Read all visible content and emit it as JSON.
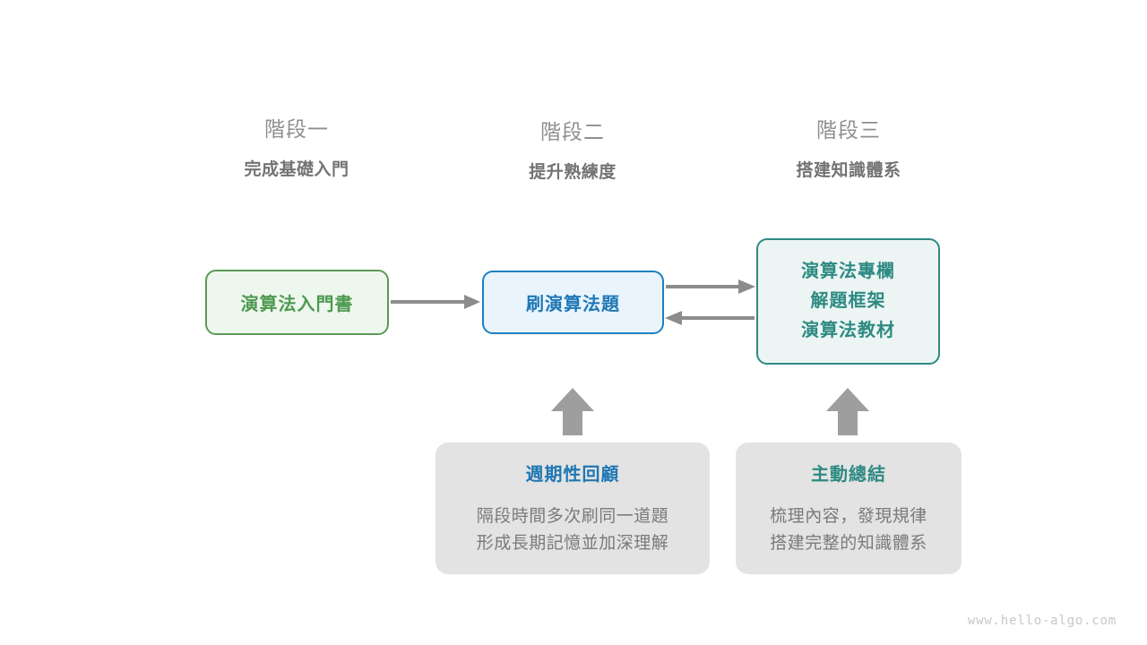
{
  "stages": [
    {
      "title": "階段一",
      "subtitle": "完成基礎入門"
    },
    {
      "title": "階段二",
      "subtitle": "提升熟練度"
    },
    {
      "title": "階段三",
      "subtitle": "搭建知識體系"
    }
  ],
  "boxes": {
    "book": {
      "label": "演算法入門書",
      "color": "#4e9a51",
      "border": "#5b9a55",
      "fill": "#eef7ed"
    },
    "practice": {
      "label": "刷演算法題",
      "color": "#1f77b4",
      "border": "#1f7fc0",
      "fill": "#e9f4fd"
    },
    "resources": {
      "lines": [
        "演算法專欄",
        "解題框架",
        "演算法教材"
      ],
      "color": "#2d8a83",
      "border": "#2d8a83",
      "fill": "#ecf5f3"
    }
  },
  "connectors": {
    "color": "#8c8c8c",
    "arrows": [
      {
        "name": "book-to-practice",
        "direction": "right"
      },
      {
        "name": "practice-to-resources",
        "direction": "right"
      },
      {
        "name": "resources-to-practice",
        "direction": "left"
      },
      {
        "name": "review-to-practice",
        "direction": "up"
      },
      {
        "name": "summary-to-resources",
        "direction": "up"
      }
    ]
  },
  "notes": {
    "review": {
      "title": "週期性回顧",
      "title_color": "#1f77b4",
      "body": [
        "隔段時間多次刷同一道題",
        "形成長期記憶並加深理解"
      ]
    },
    "summary": {
      "title": "主動總結",
      "title_color": "#2d8a83",
      "body": [
        "梳理內容，發現規律",
        "搭建完整的知識體系"
      ]
    }
  },
  "watermark": "www.hello-algo.com"
}
